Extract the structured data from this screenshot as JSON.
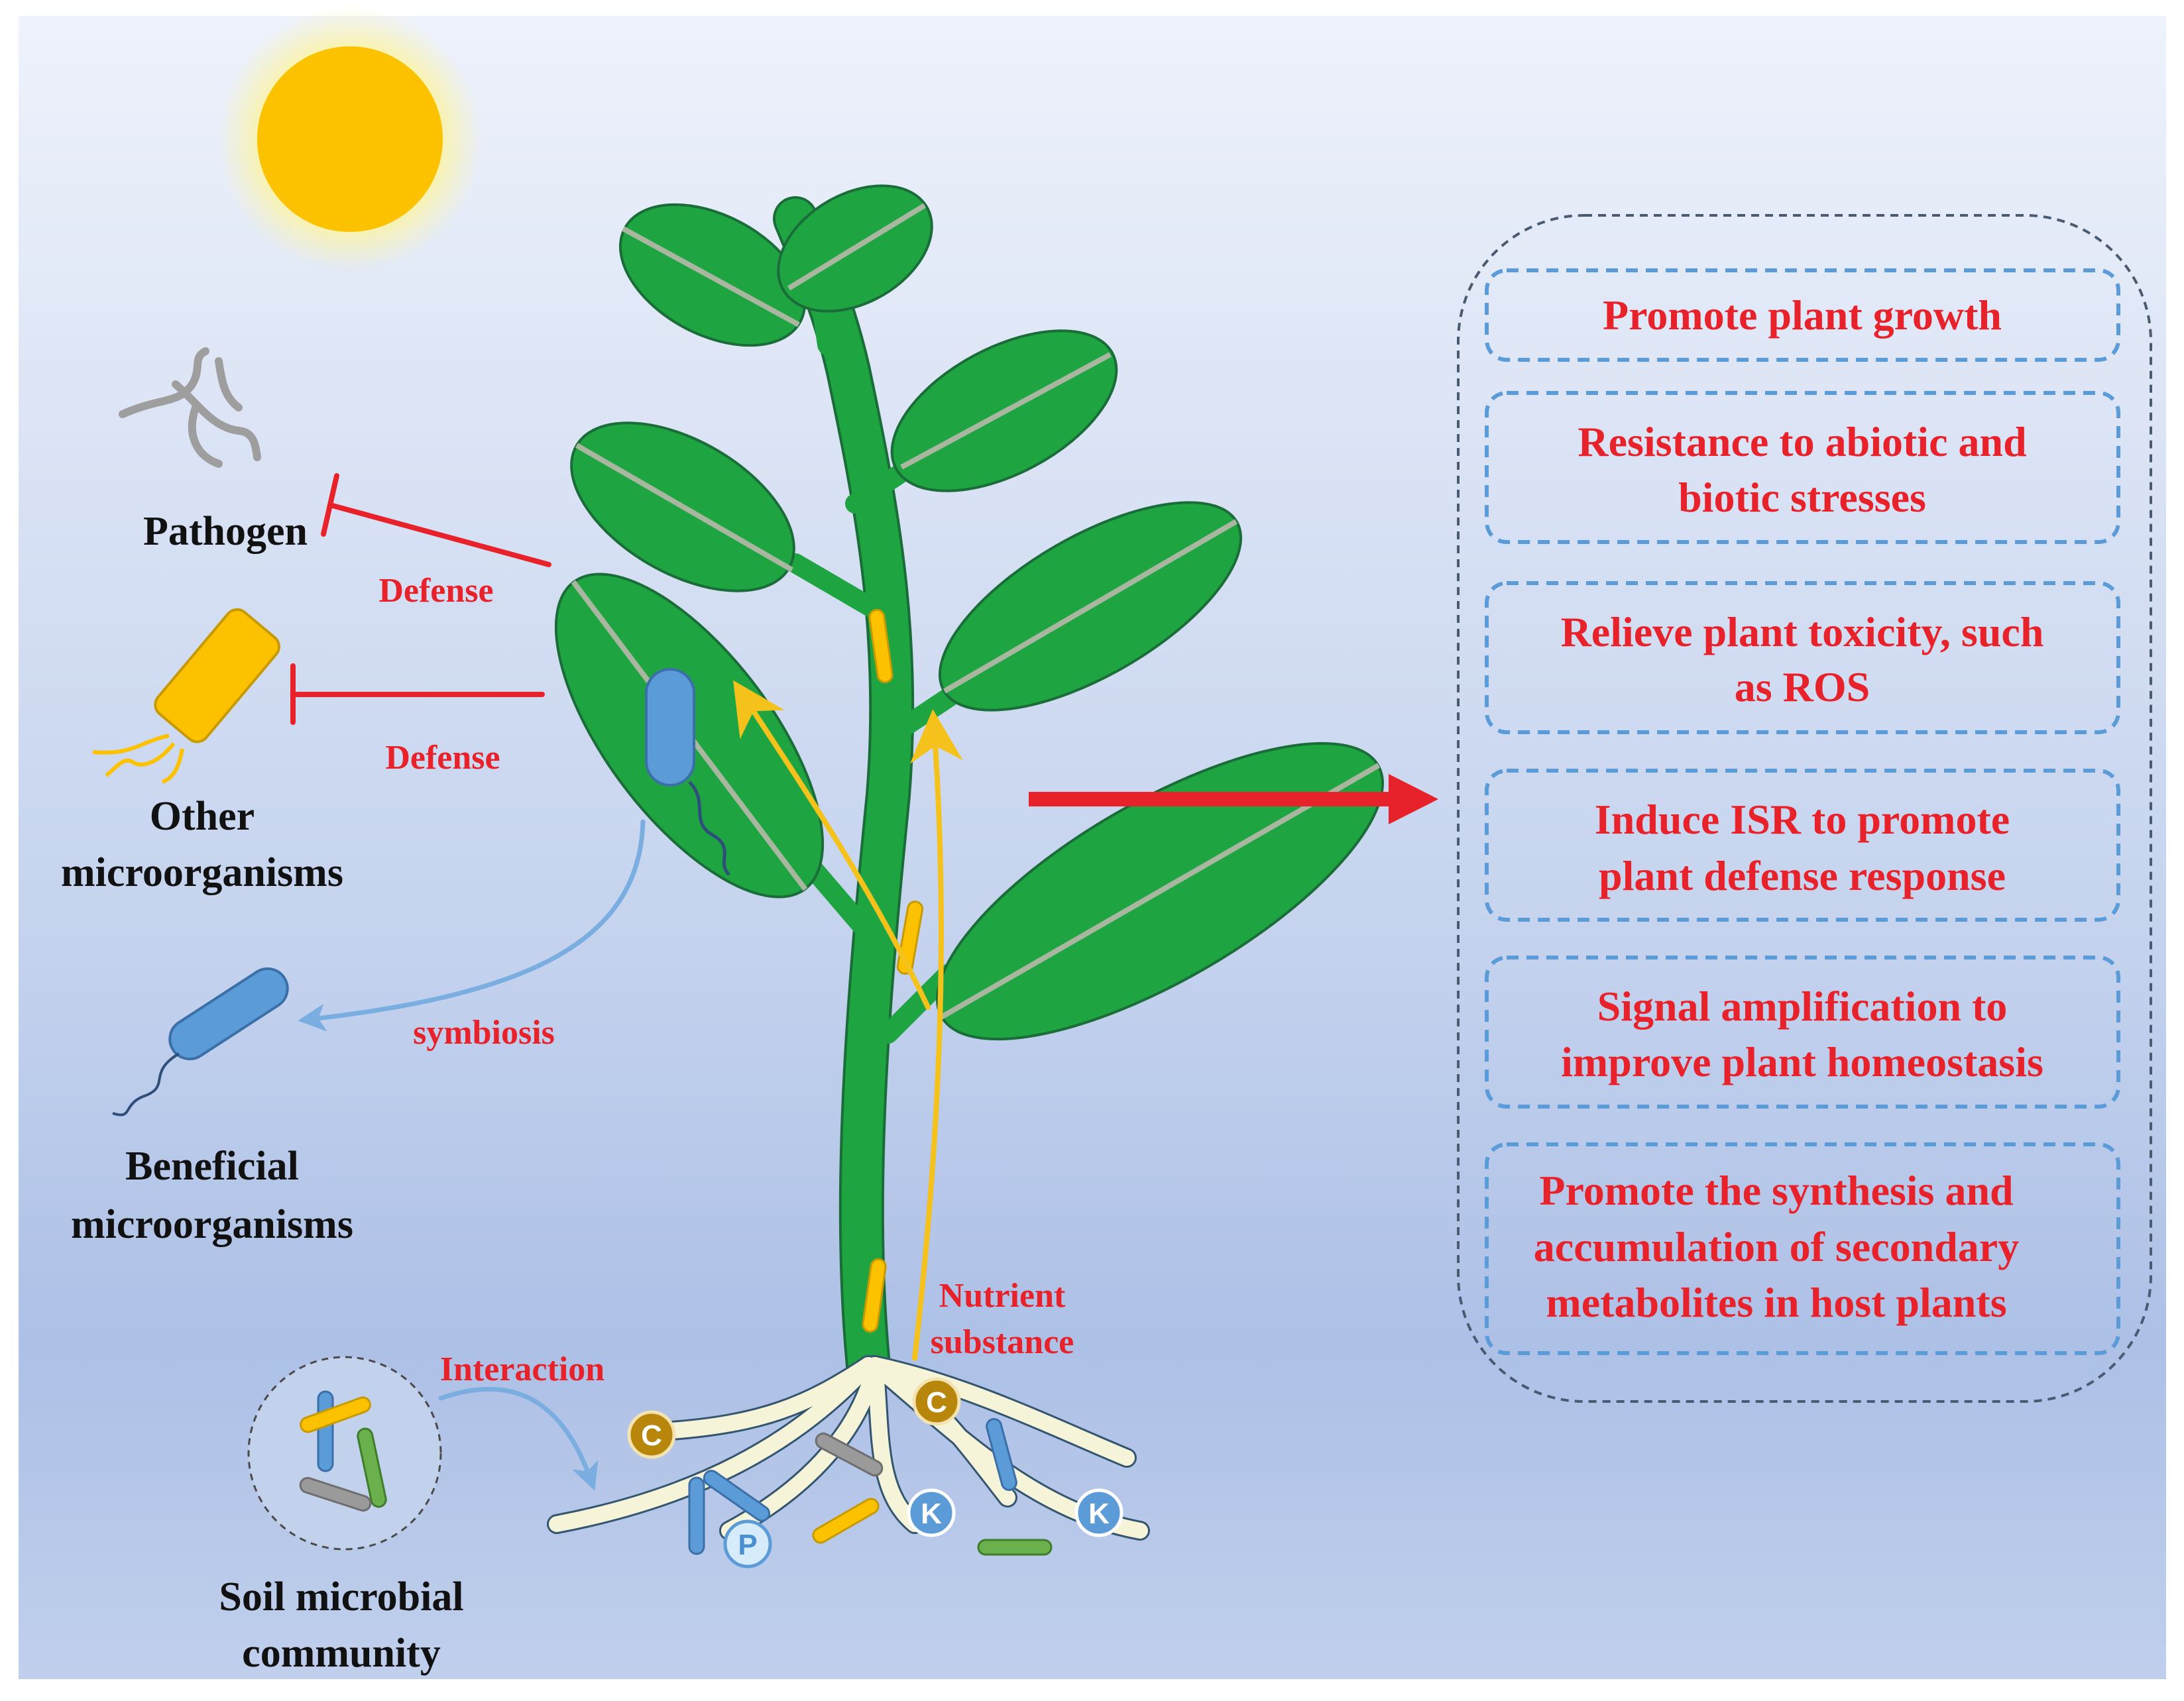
{
  "labels": {
    "pathogen": "Pathogen",
    "defense_1": "Defense",
    "defense_2": "Defense",
    "other_micro_1": "Other",
    "other_micro_2": "microorganisms",
    "symbiosis": "symbiosis",
    "beneficial_1": "Beneficial",
    "beneficial_2": "microorganisms",
    "nutrient_1": "Nutrient",
    "nutrient_2": "substance",
    "interaction": "Interaction",
    "soil_1": "Soil microbial",
    "soil_2": "community"
  },
  "nutrients": {
    "c1": "C",
    "c2": "C",
    "k1": "K",
    "k2": "K",
    "p": "P"
  },
  "effects": [
    {
      "lines": [
        "Promote plant growth"
      ]
    },
    {
      "lines": [
        "Resistance to abiotic and",
        "biotic stresses"
      ]
    },
    {
      "lines": [
        "Relieve plant toxicity, such",
        "as ROS"
      ]
    },
    {
      "lines": [
        "Induce ISR to promote",
        "plant defense response"
      ]
    },
    {
      "lines": [
        "Signal amplification to",
        "improve plant homeostasis"
      ]
    },
    {
      "lines": [
        "Promote the synthesis and",
        "accumulation of secondary",
        "metabolites in host plants"
      ]
    }
  ],
  "colors": {
    "leaf": "#1ea541",
    "stem": "#1ea541",
    "sun": "#fcc200",
    "red": "#e8222a",
    "blue_arrow": "#7aaee0",
    "yellow_arrow": "#f4c21a",
    "box_border": "#5a9bd8"
  }
}
